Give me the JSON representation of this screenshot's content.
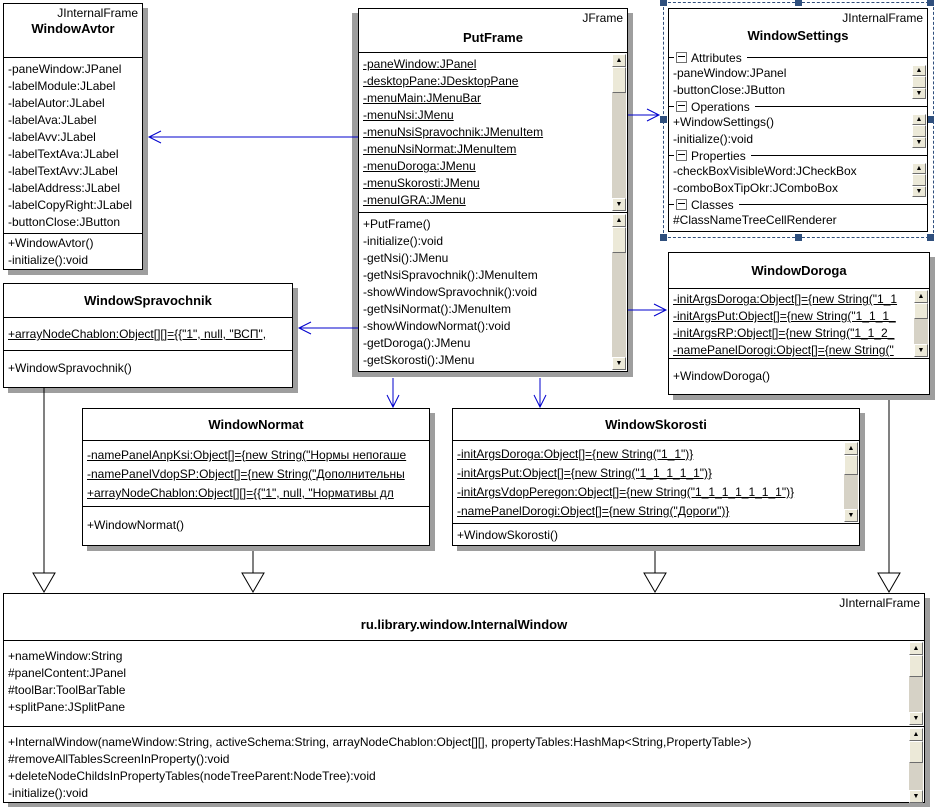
{
  "icons": {
    "scroll_up": "▲",
    "scroll_down": "▼"
  },
  "colors": {
    "arrow_blue": "#0000cd",
    "selection": "#2f4f7d",
    "shadow": "#9e9e9e"
  },
  "boxes": {
    "windowAvtor": {
      "stereotype": "JInternalFrame",
      "name": "WindowAvtor",
      "attrs": [
        "-paneWindow:JPanel",
        "-labelModule:JLabel",
        "-labelAutor:JLabel",
        "-labelAva:JLabel",
        "-labelAvv:JLabel",
        "-labelTextAva:JLabel",
        "-labelTextAvv:JLabel",
        "-labelAddress:JLabel",
        "-labelCopyRight:JLabel",
        "-buttonClose:JButton"
      ],
      "methods": [
        "+WindowAvtor()",
        "-initialize():void"
      ]
    },
    "putFrame": {
      "stereotype": "JFrame",
      "name": "PutFrame",
      "attrs": [
        "-paneWindow:JPanel",
        "-desktopPane:JDesktopPane",
        "-menuMain:JMenuBar",
        "-menuNsi:JMenu",
        "-menuNsiSpravochnik:JMenuItem",
        "-menuNsiNormat:JMenuItem",
        "-menuDoroga:JMenu",
        "-menuSkorosti:JMenu",
        "-menuIGRA:JMenu"
      ],
      "methods": [
        "+PutFrame()",
        "-initialize():void",
        "-getNsi():JMenu",
        "-getNsiSpravochnik():JMenuItem",
        "-showWindowSpravochnik():void",
        "-getNsiNormat():JMenuItem",
        "-showWindowNormat():void",
        "-getDoroga():JMenu",
        "-getSkorosti():JMenu"
      ]
    },
    "windowSettings": {
      "stereotype": "JInternalFrame",
      "name": "WindowSettings",
      "sections": [
        {
          "label": "Attributes",
          "items": [
            "-paneWindow:JPanel",
            "-buttonClose:JButton"
          ]
        },
        {
          "label": "Operations",
          "items": [
            "+WindowSettings()",
            "-initialize():void"
          ]
        },
        {
          "label": "Properties",
          "items": [
            "-checkBoxVisibleWord:JCheckBox",
            "-comboBoxTipOkr:JComboBox"
          ]
        },
        {
          "label": "Classes",
          "items": [
            "#ClassNameTreeCellRenderer"
          ]
        }
      ]
    },
    "windowSpravochnik": {
      "name": "WindowSpravochnik",
      "attrs": [
        "+arrayNodeChablon:Object[][]={{\"1\", null, \"ВСП\","
      ],
      "methods": [
        "+WindowSpravochnik()"
      ]
    },
    "windowDoroga": {
      "name": "WindowDoroga",
      "attrs": [
        "-initArgsDoroga:Object[]={new String(\"1_1",
        "-initArgsPut:Object[]={new String(\"1_1_1_",
        "-initArgsRP:Object[]={new String(\"1_1_2_",
        "-namePanelDorogi:Object[]={new String(\""
      ],
      "methods": [
        "+WindowDoroga()"
      ]
    },
    "windowNormat": {
      "name": "WindowNormat",
      "attrs": [
        "-namePanelAnpKsi:Object[]={new String(\"Нормы непогаше",
        "-namePanelVdopSP:Object[]={new String(\"Дополнительны",
        "+arrayNodeChablon:Object[][]={{\"1\", null, \"Нормативы дл"
      ],
      "methods": [
        "+WindowNormat()"
      ]
    },
    "windowSkorosti": {
      "name": "WindowSkorosti",
      "attrs": [
        "-initArgsDoroga:Object[]={new String(\"1_1\")}",
        "-initArgsPut:Object[]={new String(\"1_1_1_1_1\")}",
        "-initArgsVdopPeregon:Object[]={new String(\"1_1_1_1_1_1_1\")}",
        "-namePanelDorogi:Object[]={new String(\"Дороги\")}"
      ],
      "methods": [
        "+WindowSkorosti()"
      ]
    },
    "internalWindow": {
      "stereotype": "JInternalFrame",
      "name": "ru.library.window.InternalWindow",
      "attrs": [
        "+nameWindow:String",
        "#panelContent:JPanel",
        "#toolBar:ToolBarTable",
        "+splitPane:JSplitPane"
      ],
      "methods": [
        "+InternalWindow(nameWindow:String, activeSchema:String, arrayNodeChablon:Object[][], propertyTables:HashMap<String,PropertyTable>)",
        "#removeAllTablesScreenInProperty():void",
        "+deleteNodeChildsInPropertyTables(nodeTreeParent:NodeTree):void",
        "-initialize():void"
      ]
    }
  }
}
